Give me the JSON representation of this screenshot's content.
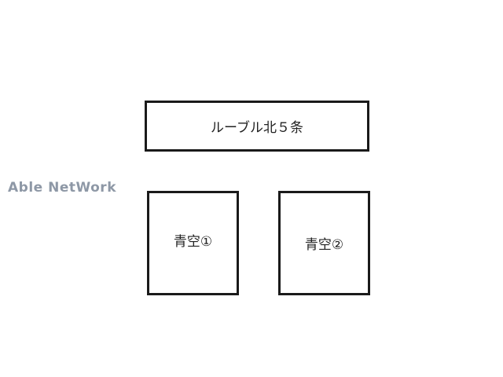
{
  "building": {
    "label": "ルーブル北５条"
  },
  "parking_spaces": [
    {
      "label": "青空①"
    },
    {
      "label": "青空②"
    }
  ],
  "watermark": {
    "text": "Able NetWork",
    "color": "#8e98a6"
  },
  "colors": {
    "outline": "#1a1a1a",
    "background": "#ffffff"
  }
}
